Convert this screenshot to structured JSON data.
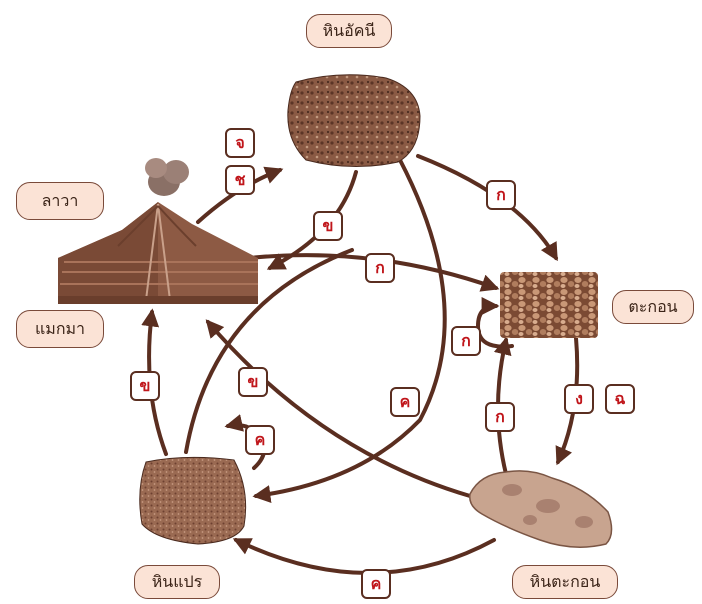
{
  "rock_types": {
    "igneous": "หินอัคนี",
    "sediment": "ตะกอน",
    "sedimentary": "หินตะกอน",
    "metamorphic": "หินแปร"
  },
  "volcano_labels": {
    "lava": "ลาวา",
    "magma": "แมกมา"
  },
  "process_tags": {
    "volcano_to_igneous_1": "จ",
    "volcano_to_igneous_2": "ช",
    "igneous_to_volcano": "ข",
    "igneous_to_sediment": "ก",
    "metamorphic_to_sediment": "ก",
    "sediment_loop": "ก",
    "sediment_to_sedimentary_1": "ง",
    "sediment_to_sedimentary_2": "ฉ",
    "sedimentary_to_sediment": "ก",
    "igneous_to_metamorphic": "ค",
    "metamorphic_loop": "ค",
    "metamorphic_to_volcano": "ข",
    "sedimentary_to_volcano": "ข",
    "sedimentary_to_metamorphic": "ค"
  },
  "colors": {
    "arrow": "#5a2e20",
    "label_fill": "#fbe3d6",
    "tag_text": "#c0161b"
  }
}
